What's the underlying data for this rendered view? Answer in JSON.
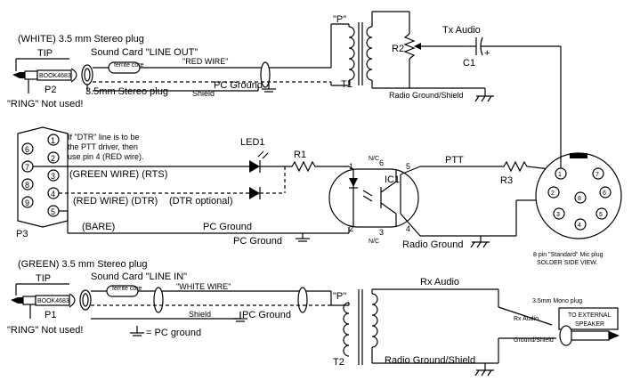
{
  "top": {
    "white_plug": "(WHITE) 3.5 mm Stereo plug",
    "tip": "TIP",
    "soundcard_out": "Sound Card \"LINE OUT\"",
    "red_wire": "\"RED WIRE\"",
    "ferrite": "ferrite core",
    "plug_below": "3.5mm Stereo plug",
    "p2": "P2",
    "ring": "\"RING\" Not used!",
    "pc_ground": "PC Ground",
    "shield": "Shield",
    "p_label": "\"P\"",
    "t1": "T1",
    "r2": "R2",
    "tx_audio": "Tx Audio",
    "c1": "C1",
    "c1_plus": "+",
    "radio_ground_shield": "Radio Ground/Shield"
  },
  "middle": {
    "db9_pins": [
      "6",
      "7",
      "8",
      "9",
      "1",
      "2",
      "3",
      "4",
      "5"
    ],
    "note": [
      "If \"DTR\" line is to be",
      "the PTT driver, then",
      "use pin 4 (RED wire)."
    ],
    "green_rts": "(GREEN WIRE) (RTS)",
    "red_dtr": "(RED WIRE) (DTR)",
    "dtr_optional": "(DTR optional)",
    "bare": "(BARE)",
    "pc_ground": "PC Ground",
    "pc_ground2": "PC Ground",
    "p3": "P3",
    "led1": "LED1",
    "r1": "R1",
    "ic1": "IC1",
    "nc": "N/C",
    "pins": [
      "1",
      "6",
      "5",
      "2",
      "3",
      "4"
    ],
    "ptt": "PTT",
    "r3": "R3",
    "radio_ground": "Radio Ground",
    "mic_pins": [
      "1",
      "2",
      "3",
      "4",
      "5",
      "6",
      "7",
      "8"
    ],
    "mic_label1": "8 pin \"Standard\" Mic plug",
    "mic_label2": "SOLDER SIDE VIEW."
  },
  "bottom": {
    "green_plug": "(GREEN) 3.5 mm Stereo plug",
    "tip": "TIP",
    "soundcard_in": "Sound Card \"LINE IN\"",
    "white_wire": "\"WHITE WIRE\"",
    "ferrite": "ferrite core",
    "p1": "P1",
    "ring": "\"RING\" Not used!",
    "shield": "Shield",
    "pc_ground": "PC Ground",
    "ground_legend": "= PC ground",
    "p_label": "\"P\"",
    "t2": "T2",
    "rx_audio": "Rx Audio",
    "radio_ground_shield": "Radio Ground/Shield",
    "mono_plug": "3.5mm Mono plug",
    "to_external": "TO EXTERNAL",
    "speaker": "SPEAKER",
    "rx_audio_small": "Rx Audio",
    "gnd_small": "Ground/Shield"
  }
}
